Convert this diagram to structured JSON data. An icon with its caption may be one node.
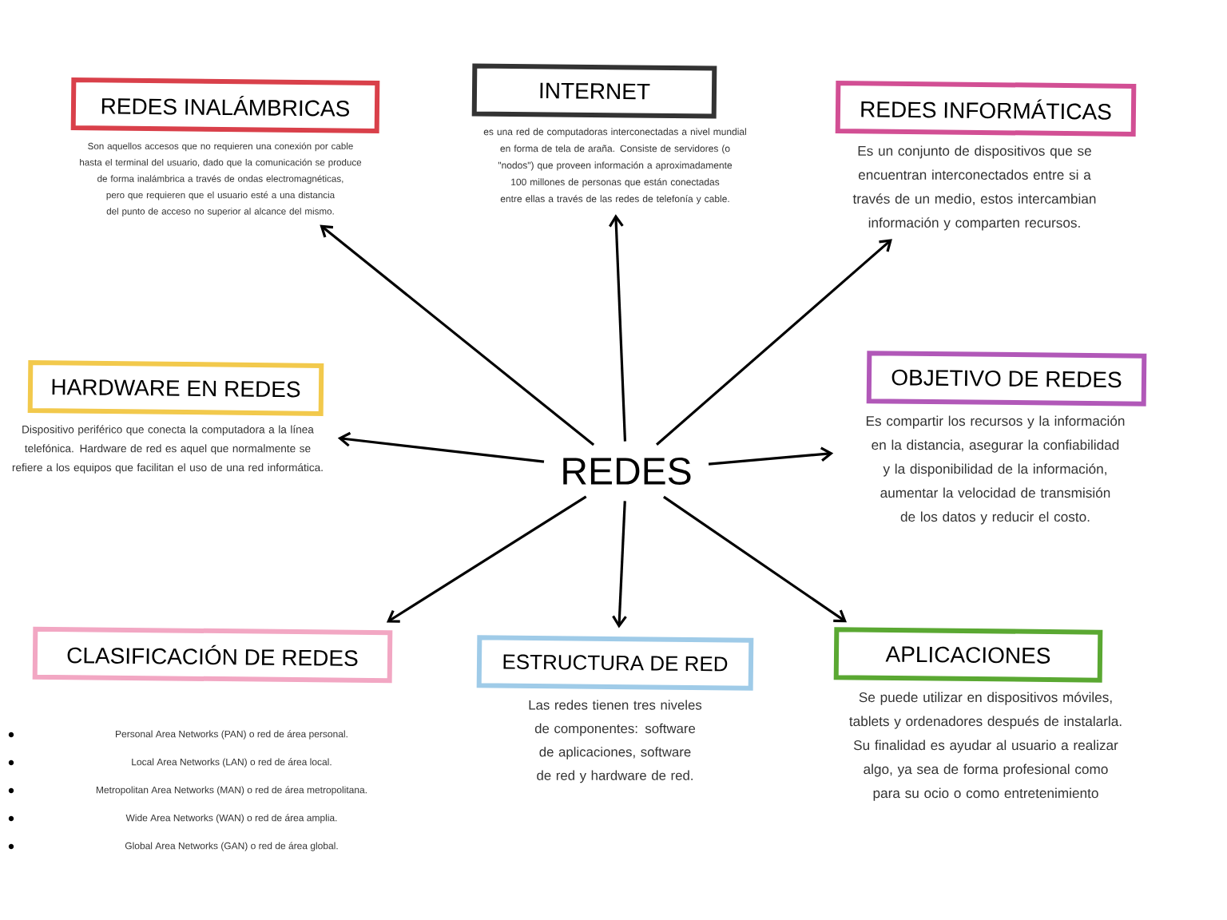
{
  "diagram": {
    "nodes": [
      {
        "text": [
          "REDES"
        ]
      },
      {
        "text": [
          "REDES INALÁMBRICAS",
          "Son aquellos accesos que no requieren una conexión por cable hasta el terminal del usuario, dado que la comunicación se produce de forma inalámbrica a través de ondas electromagnéticas, pero que requieren que el usuario esté a una distancia del punto de acceso no superior al alcance del mismo."
        ]
      },
      {
        "text": [
          "INTERNET",
          "es una red de computadoras interconectadas a nivel mundial en forma de tela de araña. Consiste de servidores (o \"nodos\") que proveen información a aproximadamente 100 millones de personas que están conectadas entre ellas a través de las redes de telefonía y cable."
        ]
      },
      {
        "text": [
          "REDES INFORMÁTICAS",
          "Es un conjunto de dispositivos que se encuentran interconectados entre si a través de un medio, estos intercambian información y comparten recursos."
        ]
      },
      {
        "text": [
          "HARDWARE EN REDES",
          "Dispositivo periférico que conecta la computadora a la línea telefónica. Hardware de red es aquel que normalmente se refiere a los equipos que facilitan el uso de una red informática."
        ]
      },
      {
        "text": [
          "OBJETIVO DE REDES",
          "Es compartir los recursos y la información en la distancia, asegurar la confiabilidad y la disponibilidad de la información, aumentar la velocidad de transmisión de los datos y reducir el costo."
        ]
      },
      {
        "text": [
          "CLASIFICACIÓN DE REDES",
          "Personal Area Networks (PAN) o red de área personal.",
          "Local Area Networks (LAN) o red de área local.",
          "Metropolitan Area Networks (MAN) o red de área metropolitana.",
          "Wide Area Networks (WAN) o red de área amplia.",
          "Global Area Networks (GAN) o red de área global."
        ]
      },
      {
        "text": [
          "ESTRUCTURA DE RED",
          "Las redes tienen tres niveles de componentes: software de aplicaciones, software de red y hardware de red."
        ]
      },
      {
        "text": [
          "APLICACIONES",
          "Se puede utilizar en dispositivos móviles, tablets y ordenadores después de instalarla. Su finalidad es ayudar al usuario a realizar algo, ya sea de forma profesional como para su ocio o como entretenimiento"
        ]
      }
    ],
    "edges": [
      {
        "from": 0,
        "to": 1,
        "arrow": "to"
      },
      {
        "from": 0,
        "to": 2,
        "arrow": "to"
      },
      {
        "from": 0,
        "to": 3,
        "arrow": "to"
      },
      {
        "from": 0,
        "to": 4,
        "arrow": "to"
      },
      {
        "from": 0,
        "to": 5,
        "arrow": "to"
      },
      {
        "from": 0,
        "to": 6,
        "arrow": "to"
      },
      {
        "from": 0,
        "to": 7,
        "arrow": "to"
      },
      {
        "from": 0,
        "to": 8,
        "arrow": "to"
      }
    ]
  }
}
